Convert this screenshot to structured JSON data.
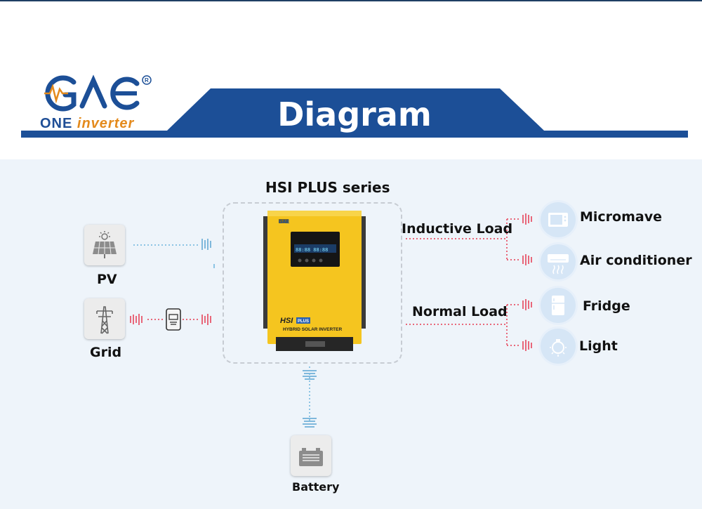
{
  "brand": {
    "logo_text": "GAE",
    "registered": "®",
    "tagline_one": "ONE",
    "tagline_inverter": "inverter"
  },
  "banner": {
    "title": "Diagram"
  },
  "inverter": {
    "series_title": "HSI PLUS series",
    "logo_text": "GAE",
    "model_badge": "HSI",
    "model_plus": "PLUS",
    "label": "HYBRID SOLAR INVERTER"
  },
  "sources": {
    "pv": {
      "label": "PV",
      "icon": "solar-panel-icon"
    },
    "grid": {
      "label": "Grid",
      "icon": "transmission-tower-icon"
    },
    "meter_icon": "energy-meter-icon",
    "battery": {
      "label": "Battery",
      "icon": "battery-icon"
    }
  },
  "loads": {
    "inductive_label": "Inductive Load",
    "normal_label": "Normal Load",
    "items": [
      {
        "label": "Micromave",
        "icon": "microwave-icon"
      },
      {
        "label": "Air conditioner",
        "icon": "air-conditioner-icon"
      },
      {
        "label": "Fridge",
        "icon": "fridge-icon"
      },
      {
        "label": "Light",
        "icon": "light-bulb-icon"
      }
    ]
  },
  "colors": {
    "brand_blue": "#1c4f97",
    "banner_dark": "#123f7f",
    "logo_orange": "#e48a1c",
    "inverter_yellow": "#f5c51f",
    "line_red": "#e8677a",
    "line_blue": "#8cc4e4",
    "background": "#eef4fa"
  }
}
